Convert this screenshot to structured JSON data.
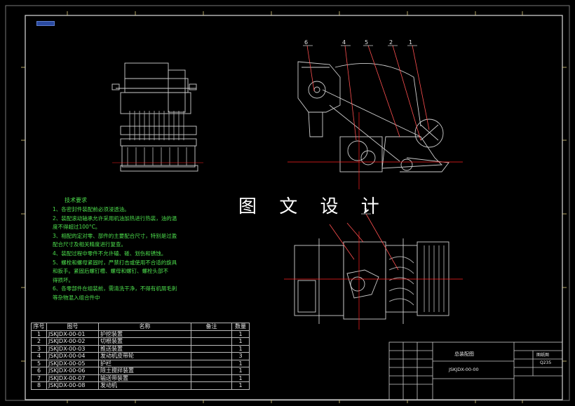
{
  "watermark": "图 文 设 计",
  "tech_requirements": {
    "title": "技术要求",
    "items": [
      "1、各密封件装配前必须浸透油。",
      "2、装配滚动轴承允许采用机油加热进行热装，油的温",
      "   度不得超过100°C。",
      "3、相配的定对零、部件的主要配合尺寸，特别是过盈",
      "   配合尺寸及相关精度进行复查。",
      "4、装配过程中零件不允许磕、碰、划伤和锈蚀。",
      "5、螺栓和螺母紧固时，严禁打击或使用不合适的旋具",
      "   和扳手。紧固后螺钉槽、螺母和螺钉、螺栓头部不",
      "   得损坏。",
      "6、各零部件在组装前，需清洗干净，不得有机屑毛刺",
      "   等杂物混入组合件中"
    ]
  },
  "callouts": [
    "6",
    "4",
    "5",
    "2",
    "1",
    "3"
  ],
  "bom": {
    "headers": [
      "序号",
      "图号",
      "名称",
      "备注",
      "数量"
    ],
    "rows": [
      [
        "1",
        "JSKJDX-00-01",
        "护挖装置",
        "",
        "1"
      ],
      [
        "2",
        "JSKJDX-00-02",
        "切根装置",
        "",
        "1"
      ],
      [
        "3",
        "JSKJDX-00-03",
        "推送装置",
        "",
        "1"
      ],
      [
        "4",
        "JSKJDX-00-04",
        "发动机皮带轮",
        "",
        "3"
      ],
      [
        "5",
        "JSKJDX-00-05",
        "护栏",
        "",
        "1"
      ],
      [
        "6",
        "JSKJDX-00-06",
        "除土搅拌装置",
        "",
        "1"
      ],
      [
        "7",
        "JSKJDX-00-07",
        "输送带装置",
        "",
        "1"
      ],
      [
        "8",
        "JSKJDX-00-08",
        "发动机",
        "",
        "1"
      ]
    ]
  },
  "title_block": {
    "drawing_name": "总装配图",
    "drawing_number": "JSKJDX-00-00",
    "material": "Q235",
    "sheet_label": "图纸图"
  },
  "colors": {
    "frame": "#ffffff",
    "line": "#cccccc",
    "leader": "#ff5050",
    "text_green": "#4de04d",
    "axis_red": "#ff2020",
    "ruler": "#e0d080"
  }
}
